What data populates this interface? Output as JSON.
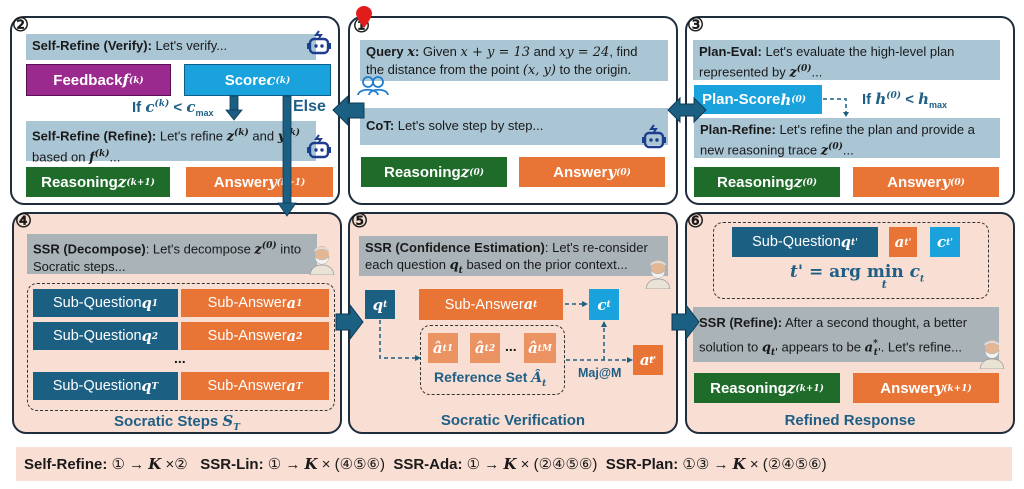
{
  "panel2": {
    "number": "②",
    "verify_label": "Self-Refine (Verify):",
    "verify_text": " Let's verify...",
    "feedback_label": "Feedback ",
    "feedback_var": "f",
    "feedback_sup": "(k)",
    "score_label": "Score ",
    "score_var": "c",
    "score_sup": "(k)",
    "condition_prefix": "If ",
    "condition_var": "c",
    "condition_sup": "(k)",
    "condition_op": " < ",
    "condition_max": "c",
    "condition_max_sub": "max",
    "else_label": "Else",
    "refine_label": "Self-Refine (Refine):",
    "refine_text": " Let's refine ",
    "refine_z": "z",
    "refine_z_sup": "(k)",
    "refine_and": " and ",
    "refine_y": "y",
    "refine_y_sup": "(k)",
    "refine_text2": "based on ",
    "refine_f": "f",
    "refine_f_sup": "(k)",
    "refine_ellipsis": "...",
    "reasoning_label": "Reasoning ",
    "reasoning_var": "z",
    "reasoning_sup": "(k+1)",
    "answer_label": "Answer ",
    "answer_var": "y",
    "answer_sup": "(k+1)"
  },
  "panel1": {
    "number": "①",
    "query_label": "Query ",
    "query_var": "x",
    "query_colon": ":",
    "query_text1": " Given ",
    "query_eq1": "x + y = 13",
    "query_and": " and ",
    "query_eq2": "xy = 24",
    "query_text2": ", find",
    "query_text3": "the distance from the point ",
    "query_point": "(x, y)",
    "query_text4": " to the origin.",
    "cot_label": "CoT:",
    "cot_text": " Let's solve step by step...",
    "reasoning_label": "Reasoning ",
    "reasoning_var": "z",
    "reasoning_sup": "(0)",
    "answer_label": "Answer ",
    "answer_var": "y",
    "answer_sup": "(0)"
  },
  "panel3": {
    "number": "③",
    "eval_label": "Plan-Eval:",
    "eval_text": " Let's evaluate the high-level plan",
    "eval_text2": "represented by ",
    "eval_z": "z",
    "eval_z_sup": "(0)",
    "eval_ellipsis": "...",
    "score_label": "Plan-Score ",
    "score_var": "h",
    "score_sup": "(0)",
    "condition_prefix": "If ",
    "condition_var": "h",
    "condition_sup": "(0)",
    "condition_op": " < ",
    "condition_max": "h",
    "condition_max_sub": "max",
    "refine_label": "Plan-Refine:",
    "refine_text": " Let's refine the plan and provide a",
    "refine_text2": "new reasoning trace ",
    "refine_z": "z",
    "refine_z_sup": "(0)",
    "refine_ellipsis": "...",
    "reasoning_label": "Reasoning ",
    "reasoning_var": "z",
    "reasoning_sup": "(0)",
    "answer_label": "Answer ",
    "answer_var": "y",
    "answer_sup": "(0)"
  },
  "panel4": {
    "number": "④",
    "decompose_label": "SSR (Decompose)",
    "decompose_text": ": Let's decompose ",
    "decompose_z": "z",
    "decompose_z_sup": "(0)",
    "decompose_text2": " into",
    "decompose_text3": "Socratic steps...",
    "steps": [
      {
        "question_label": "Sub-Question ",
        "question_var": "q",
        "question_sub": "1",
        "answer_label": "Sub-Answer ",
        "answer_var": "a",
        "answer_sub": "1"
      },
      {
        "question_label": "Sub-Question ",
        "question_var": "q",
        "question_sub": "2",
        "answer_label": "Sub-Answer ",
        "answer_var": "a",
        "answer_sub": "2"
      },
      {
        "question_label": "Sub-Question ",
        "question_var": "q",
        "question_sub": "T",
        "answer_label": "Sub-Answer ",
        "answer_var": "a",
        "answer_sub": "T"
      }
    ],
    "ellipsis": "...",
    "caption": "Socratic Steps ",
    "caption_var": "S",
    "caption_sub": "T"
  },
  "panel5": {
    "number": "⑤",
    "label": "SSR (Confidence Estimation)",
    "text": ": Let's re-consider",
    "text2": "each question ",
    "text2_var": "q",
    "text2_sub": "t",
    "text3": " based on the prior context...",
    "qt_var": "q",
    "qt_sub": "t",
    "subanswer_label": "Sub-Answer ",
    "subanswer_var": "a",
    "subanswer_sub": "t",
    "ct_var": "c",
    "ct_sub": "t",
    "refs": [
      {
        "var": "â",
        "sub": "t1"
      },
      {
        "var": "â",
        "sub": "t2"
      },
      {
        "var": "â",
        "sub": "tM"
      }
    ],
    "refs_ellipsis": "...",
    "refset_label": "Reference Set ",
    "refset_var": "Â",
    "refset_sub": "t",
    "maj_label": "Maj@M",
    "astar_var": "a",
    "astar_sup": "*",
    "astar_sub": "t'",
    "caption": "Socratic Verification"
  },
  "panel6": {
    "number": "⑥",
    "subq_label": "Sub-Question ",
    "subq_var": "q",
    "subq_sub": "t'",
    "a_var": "a",
    "a_sub": "t'",
    "c_var": "c",
    "c_sub": "t'",
    "argmin_lhs": "t' = ",
    "argmin_op": "arg min",
    "argmin_under": "t",
    "argmin_rhs": "c",
    "argmin_rhs_sub": "t",
    "refine_label": "SSR (Refine):",
    "refine_text": " After a second thought, a better",
    "refine_text2": "solution to ",
    "refine_q": "q",
    "refine_q_sub": "t'",
    "refine_text3": "  appears to be ",
    "refine_a": "a",
    "refine_a_sup": "*",
    "refine_a_sub": "t'",
    "refine_text4": ". Let's refine...",
    "reasoning_label": "Reasoning ",
    "reasoning_var": "z",
    "reasoning_sup": "(k+1)",
    "answer_label": "Answer ",
    "answer_var": "y",
    "answer_sup": "(k+1)",
    "caption": "Refined Response"
  },
  "legend": {
    "items": [
      {
        "name": "Self-Refine:",
        "flow": " ① → ",
        "k": "K",
        "rest": " ×②"
      },
      {
        "name": "SSR-Lin:",
        "flow": " ① → ",
        "k": "K",
        "rest": " × (④⑤⑥)"
      },
      {
        "name": "SSR-Ada:",
        "flow": " ① → ",
        "k": "K",
        "rest": " × (②④⑤⑥)"
      },
      {
        "name": "SSR-Plan:",
        "flow": " ①③ → ",
        "k": "K",
        "rest": " × (②④⑤⑥)"
      }
    ]
  },
  "colors": {
    "green": "#1e6b2a",
    "orange": "#e87436",
    "purple": "#9b2a8f",
    "cyan": "#1aa2dc",
    "navy": "#1b5f82",
    "prompt_blue": "#aac6d5",
    "prompt_gray": "#a9b3b8",
    "peach": "#f9ded3"
  }
}
